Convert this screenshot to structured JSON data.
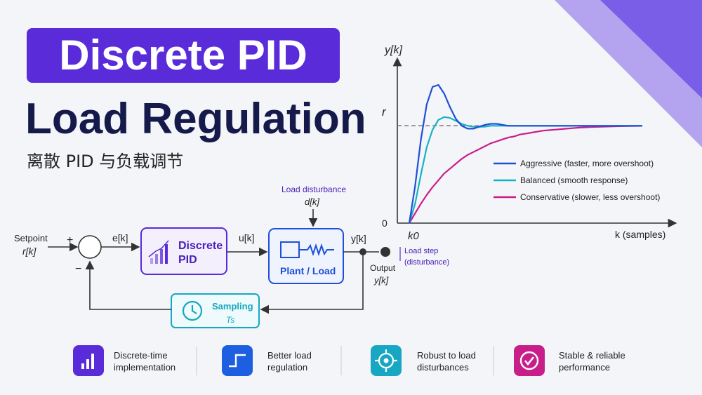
{
  "title": "Discrete PID",
  "subtitle": "Load Regulation",
  "subtitle_cn": "离散 PID 与负载调节",
  "diagram": {
    "setpoint_label": "Setpoint",
    "setpoint_symbol": "r[k]",
    "plus": "+",
    "minus": "−",
    "error_label": "e[k]",
    "pid_label_1": "Discrete",
    "pid_label_2": "PID",
    "control_label": "u[k]",
    "disturbance_label": "Load disturbance",
    "disturbance_symbol": "d[k]",
    "plant_label": "Plant / Load",
    "output_symbol_top": "y[k]",
    "output_label": "Output",
    "output_symbol": "y[k]",
    "load_step_1": "Load step",
    "load_step_2": "(disturbance)",
    "sampling_label": "Sampling",
    "sampling_symbol": "Ts"
  },
  "chart_data": {
    "type": "line",
    "ylabel": "y[k]",
    "xlabel": "k (samples)",
    "y_ref_label": "r",
    "origin_label": "0",
    "x_start_label": "k0",
    "series": [
      {
        "name": "Aggressive (faster, more overshoot)",
        "color": "#1e4fd8",
        "x": [
          0,
          1,
          2,
          3,
          4,
          5,
          6,
          7,
          8,
          9,
          10,
          11,
          12,
          13,
          14,
          15,
          16,
          17,
          18,
          19,
          20,
          21,
          22,
          23,
          24,
          25,
          26,
          27,
          28,
          29,
          30,
          31,
          32,
          33,
          34,
          35,
          36,
          37,
          38,
          39,
          40
        ],
        "y": [
          0,
          0.38,
          0.86,
          1.22,
          1.4,
          1.42,
          1.33,
          1.19,
          1.07,
          1.0,
          0.97,
          0.97,
          0.99,
          1.01,
          1.02,
          1.02,
          1.01,
          1.0,
          1.0,
          1.0,
          1.0,
          1.0,
          1.0,
          1.0,
          1.0,
          1.0,
          1.0,
          1.0,
          1.0,
          1.0,
          1.0,
          1.0,
          1.0,
          1.0,
          1.0,
          1.0,
          1.0,
          1.0,
          1.0,
          1.0,
          1.0
        ]
      },
      {
        "name": "Balanced (smooth response)",
        "color": "#15b3c4",
        "x": [
          0,
          1,
          2,
          3,
          4,
          5,
          6,
          7,
          8,
          9,
          10,
          11,
          12,
          13,
          14,
          15,
          16,
          17,
          18,
          19,
          20,
          21,
          22,
          23,
          24,
          25,
          26,
          27,
          28,
          29,
          30,
          31,
          32,
          33,
          34,
          35,
          36,
          37,
          38,
          39,
          40
        ],
        "y": [
          0,
          0.2,
          0.5,
          0.78,
          0.96,
          1.06,
          1.09,
          1.08,
          1.05,
          1.02,
          1.0,
          0.99,
          0.99,
          0.99,
          1.0,
          1.0,
          1.0,
          1.0,
          1.0,
          1.0,
          1.0,
          1.0,
          1.0,
          1.0,
          1.0,
          1.0,
          1.0,
          1.0,
          1.0,
          1.0,
          1.0,
          1.0,
          1.0,
          1.0,
          1.0,
          1.0,
          1.0,
          1.0,
          1.0,
          1.0,
          1.0
        ]
      },
      {
        "name": "Conservative (slower, less overshoot)",
        "color": "#c81e8a",
        "x": [
          0,
          1,
          2,
          3,
          4,
          5,
          6,
          7,
          8,
          9,
          10,
          11,
          12,
          13,
          14,
          15,
          16,
          17,
          18,
          19,
          20,
          21,
          22,
          23,
          24,
          25,
          26,
          27,
          28,
          29,
          30,
          31,
          32,
          33,
          34,
          35,
          36,
          37,
          38,
          39,
          40
        ],
        "y": [
          0,
          0.1,
          0.2,
          0.29,
          0.37,
          0.44,
          0.51,
          0.56,
          0.61,
          0.66,
          0.7,
          0.73,
          0.76,
          0.79,
          0.82,
          0.84,
          0.86,
          0.88,
          0.89,
          0.91,
          0.92,
          0.93,
          0.94,
          0.95,
          0.955,
          0.96,
          0.965,
          0.97,
          0.975,
          0.98,
          0.983,
          0.986,
          0.988,
          0.99,
          0.992,
          0.994,
          0.995,
          0.996,
          0.997,
          0.998,
          0.999
        ]
      }
    ],
    "xlim": [
      0,
      40
    ],
    "ylim": [
      0,
      1.6
    ],
    "ref": 1.0
  },
  "features": [
    {
      "line1": "Discrete-time",
      "line2": "implementation",
      "icon": "bar-chart-icon",
      "color": "#5a2bd9"
    },
    {
      "line1": "Better load",
      "line2": "regulation",
      "icon": "step-icon",
      "color": "#1e5ee0"
    },
    {
      "line1": "Robust to load",
      "line2": "disturbances",
      "icon": "target-icon",
      "color": "#17a7c2"
    },
    {
      "line1": "Stable & reliable",
      "line2": "performance",
      "icon": "check-circle-icon",
      "color": "#c81e8a"
    }
  ]
}
